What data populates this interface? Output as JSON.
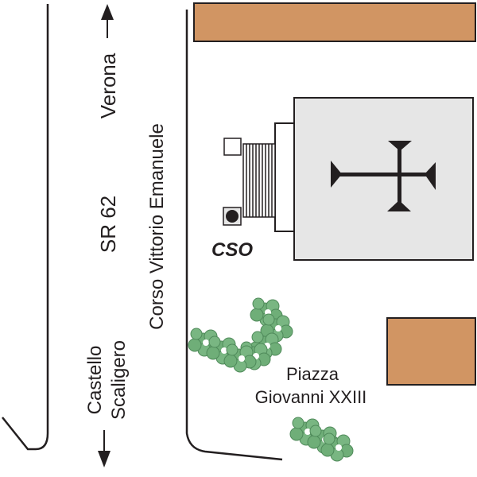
{
  "map": {
    "labels": {
      "destination_north": "Verona",
      "road_number": "SR 62",
      "street_name": "Corso Vittorio Emanuele",
      "destination_south_line1": "Castello",
      "destination_south_line2": "Scaligero",
      "poi_code": "CSO",
      "square_line1": "Piazza",
      "square_line2": "Giovanni XXIII"
    },
    "colors": {
      "building_fill": "#d19563",
      "church_fill": "#e6e6e6",
      "tree_fill": "#6fae78",
      "line": "#231f20"
    },
    "icons": {
      "church": "cross-icon",
      "poi_marker": "filled-circle-icon",
      "north_arrow": "arrow-up-icon",
      "south_arrow": "arrow-down-icon"
    }
  }
}
